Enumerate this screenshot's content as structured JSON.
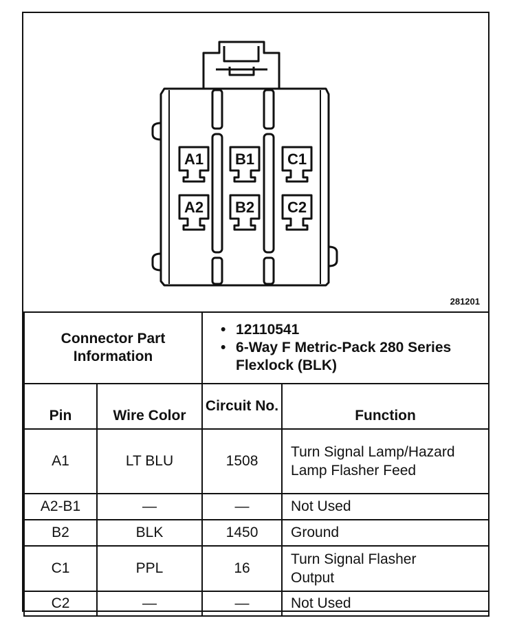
{
  "figure": {
    "id": "281201",
    "pin_labels": [
      "A1",
      "B1",
      "C1",
      "A2",
      "B2",
      "C2"
    ]
  },
  "connector_info": {
    "label": "Connector Part Information",
    "items": [
      "12110541",
      "6-Way F Metric-Pack 280 Series Flexlock (BLK)"
    ]
  },
  "table": {
    "headers": {
      "pin": "Pin",
      "wire_color": "Wire Color",
      "circuit_no": "Circuit No.",
      "function": "Function"
    },
    "rows": [
      {
        "pin": "A1",
        "wire_color": "LT BLU",
        "circuit_no": "1508",
        "function": "Turn Signal Lamp/Hazard Lamp Flasher Feed"
      },
      {
        "pin": "A2-B1",
        "wire_color": "—",
        "circuit_no": "—",
        "function": "Not Used"
      },
      {
        "pin": "B2",
        "wire_color": "BLK",
        "circuit_no": "1450",
        "function": "Ground"
      },
      {
        "pin": "C1",
        "wire_color": "PPL",
        "circuit_no": "16",
        "function": "Turn Signal Flasher Output"
      },
      {
        "pin": "C2",
        "wire_color": "—",
        "circuit_no": "—",
        "function": "Not Used"
      }
    ]
  }
}
